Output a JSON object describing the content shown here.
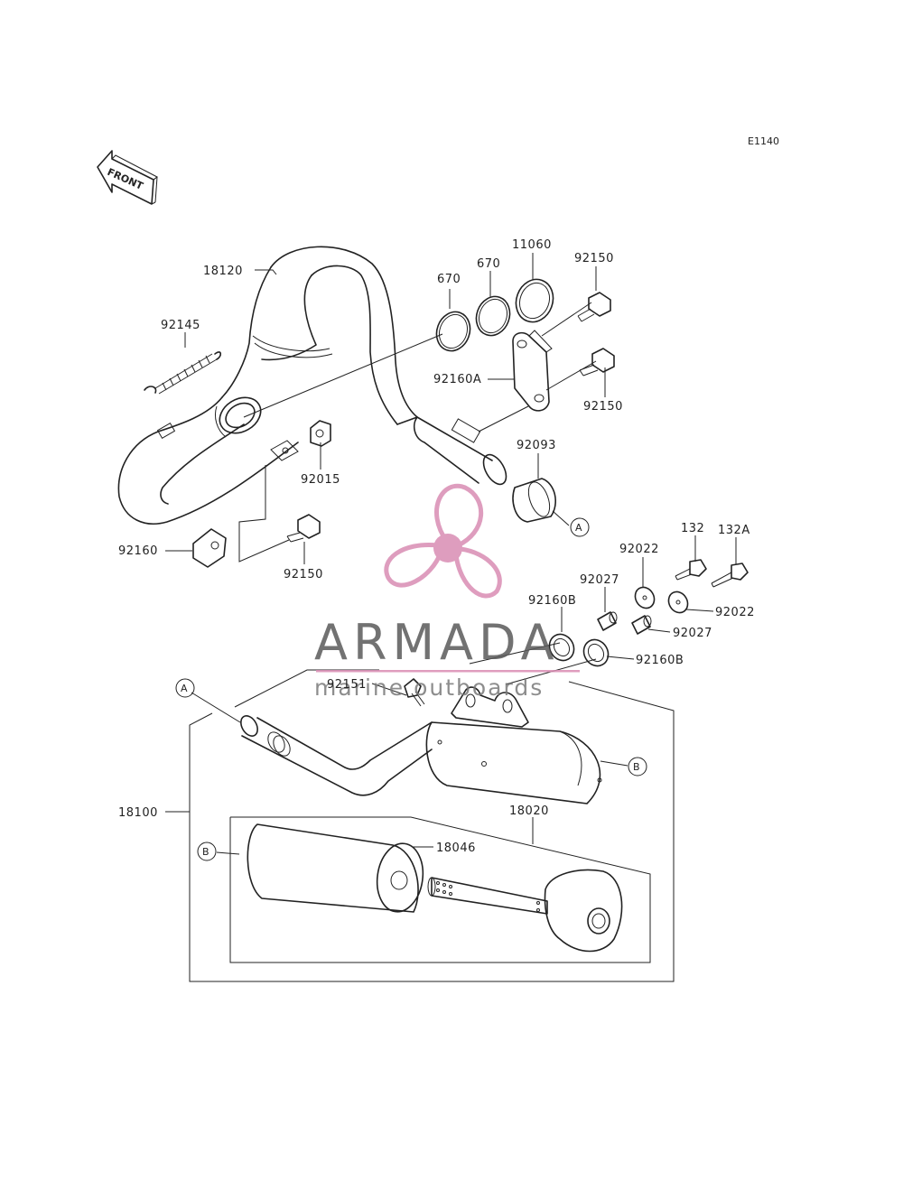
{
  "diagram_code": "E1140",
  "front_label": "FRONT",
  "watermark": {
    "brand": "ARMADA",
    "tagline": "marine outboards",
    "color": "#d98cb3"
  },
  "parts": {
    "p18120": "18120",
    "p92145": "92145",
    "p670a": "670",
    "p670b": "670",
    "p11060": "11060",
    "p92150a": "92150",
    "p92160A": "92160A",
    "p92150b": "92150",
    "p92015": "92015",
    "p92093": "92093",
    "p92160": "92160",
    "p92150c": "92150",
    "p132": "132",
    "p132A": "132A",
    "p92022a": "92022",
    "p92027a": "92027",
    "p92022b": "92022",
    "p92160Ba": "92160B",
    "p92027b": "92027",
    "p92160Bb": "92160B",
    "p92151": "92151",
    "p18100": "18100",
    "p18020": "18020",
    "p18046": "18046"
  },
  "callouts": {
    "a1": "A",
    "a2": "A",
    "b1": "B",
    "b2": "B"
  }
}
